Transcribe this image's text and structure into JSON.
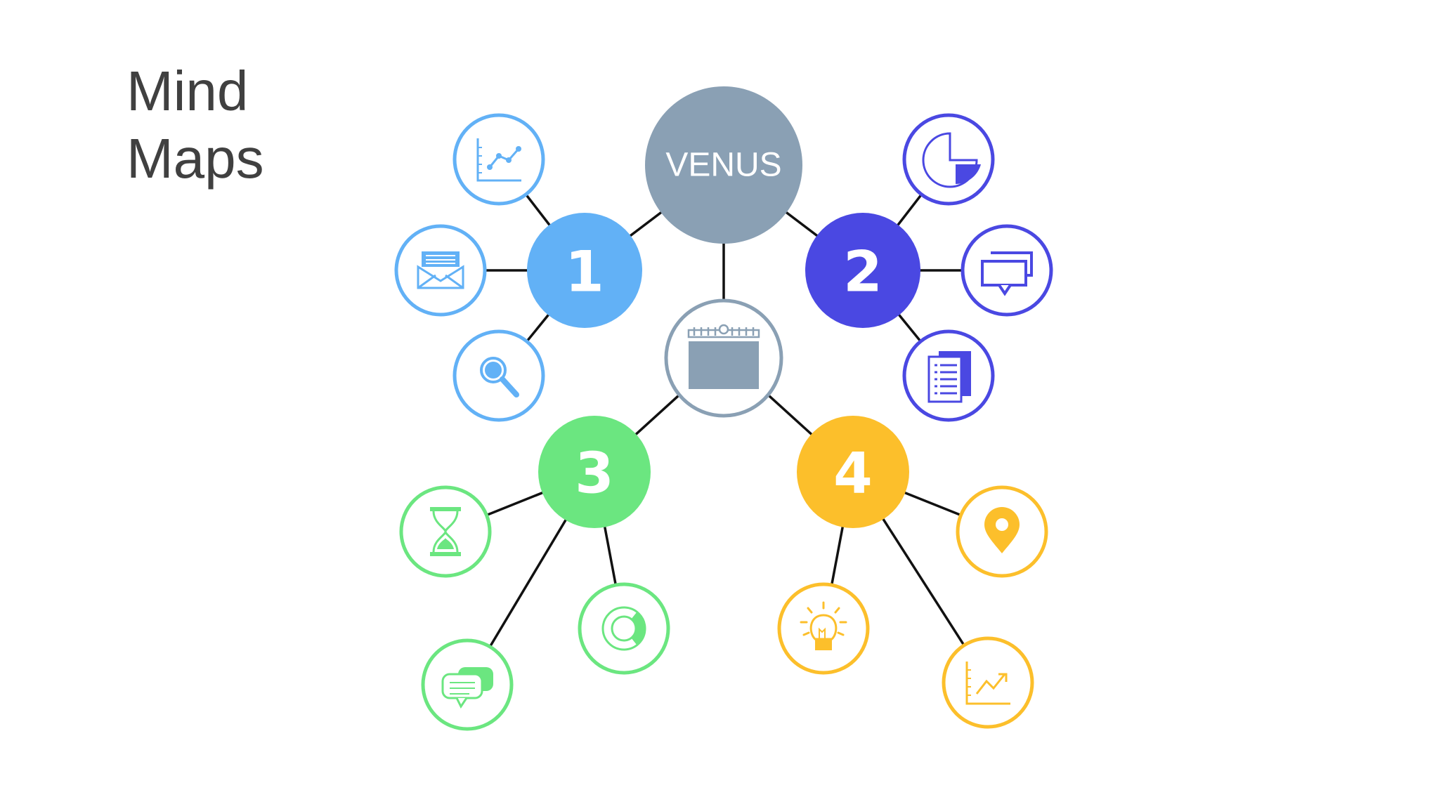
{
  "title": {
    "line1": "Mind",
    "line2": "Maps"
  },
  "center": {
    "label": "VENUS",
    "color": "#8aa0b4",
    "icon": "calendar-icon"
  },
  "colors": {
    "link": "#111111",
    "blue": "#62b1f6",
    "indigo": "#4a48e2",
    "green": "#6be680",
    "yellow": "#fcbf2b"
  },
  "branches": [
    {
      "label": "1",
      "color": "#62b1f6",
      "icons": [
        "line-chart-icon",
        "envelope-icon",
        "magnifier-icon"
      ]
    },
    {
      "label": "2",
      "color": "#4a48e2",
      "icons": [
        "pie-chart-icon",
        "chat-bubbles-icon",
        "document-list-icon"
      ]
    },
    {
      "label": "3",
      "color": "#6be680",
      "icons": [
        "hourglass-icon",
        "donut-chart-icon",
        "chat-icon"
      ]
    },
    {
      "label": "4",
      "color": "#fcbf2b",
      "icons": [
        "location-pin-icon",
        "lightbulb-icon",
        "growth-chart-icon"
      ]
    }
  ]
}
